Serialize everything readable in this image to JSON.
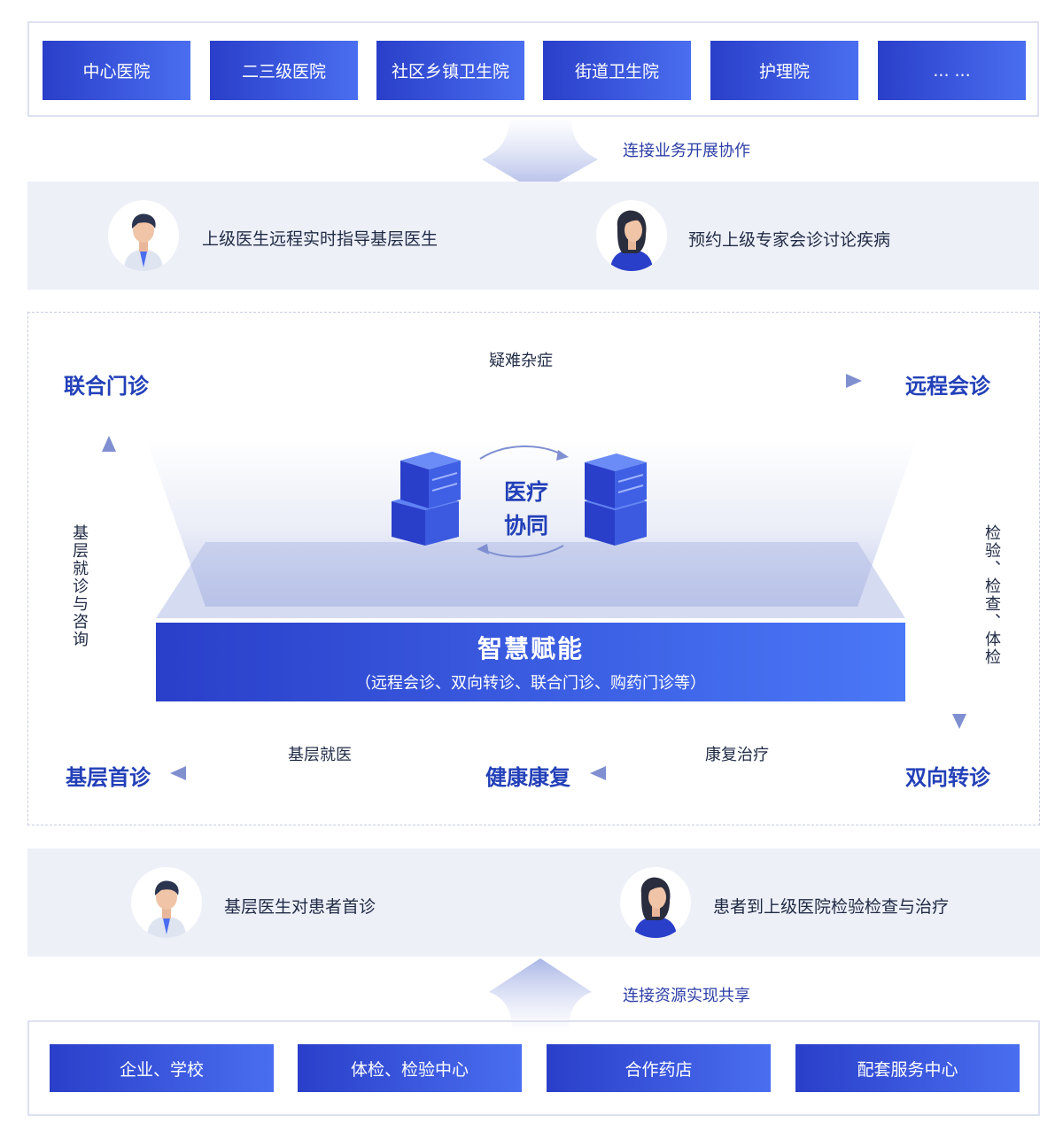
{
  "top_hospitals": [
    "中心医院",
    "二三级医院",
    "社区乡镇卫生院",
    "街道卫生院",
    "护理院",
    "... ..."
  ],
  "top_flow_label": "连接业务开展协作",
  "upper_band": {
    "doctor_text": "上级医生远程实时指导基层医生",
    "patient_text": "预约上级专家会诊讨论疾病"
  },
  "cycle": {
    "joint_clinic": "联合门诊",
    "remote_consult": "远程会诊",
    "two_way_referral": "双向转诊",
    "health_rehab": "健康康复",
    "primary_first": "基层首诊",
    "edge_top": "疑难杂症",
    "edge_right": "检验、检查、体检",
    "edge_bottom_right": "康复治疗",
    "edge_bottom_left": "基层就医",
    "edge_left": "基层就诊与咨询"
  },
  "center": {
    "line1": "医疗",
    "line2": "协同"
  },
  "platform": {
    "title": "智慧赋能",
    "subtitle": "（远程会诊、双向转诊、联合门诊、购药门诊等）"
  },
  "lower_band": {
    "doctor_text": "基层医生对患者首诊",
    "patient_text": "患者到上级医院检验检查与治疗"
  },
  "bottom_flow_label": "连接资源实现共享",
  "bottom_resources": [
    "企业、学校",
    "体检、检验中心",
    "合作药店",
    "配套服务中心"
  ],
  "colors": {
    "accent": "#2340b8",
    "button_start": "#2a3fc9",
    "button_end": "#4a6ef0",
    "band_bg": "#eef0f8",
    "arrow": "#8a9ad0"
  },
  "icons": [
    "doctor-avatar-icon",
    "patient-avatar-icon",
    "server-building-icon",
    "cycle-arrow-icon"
  ]
}
